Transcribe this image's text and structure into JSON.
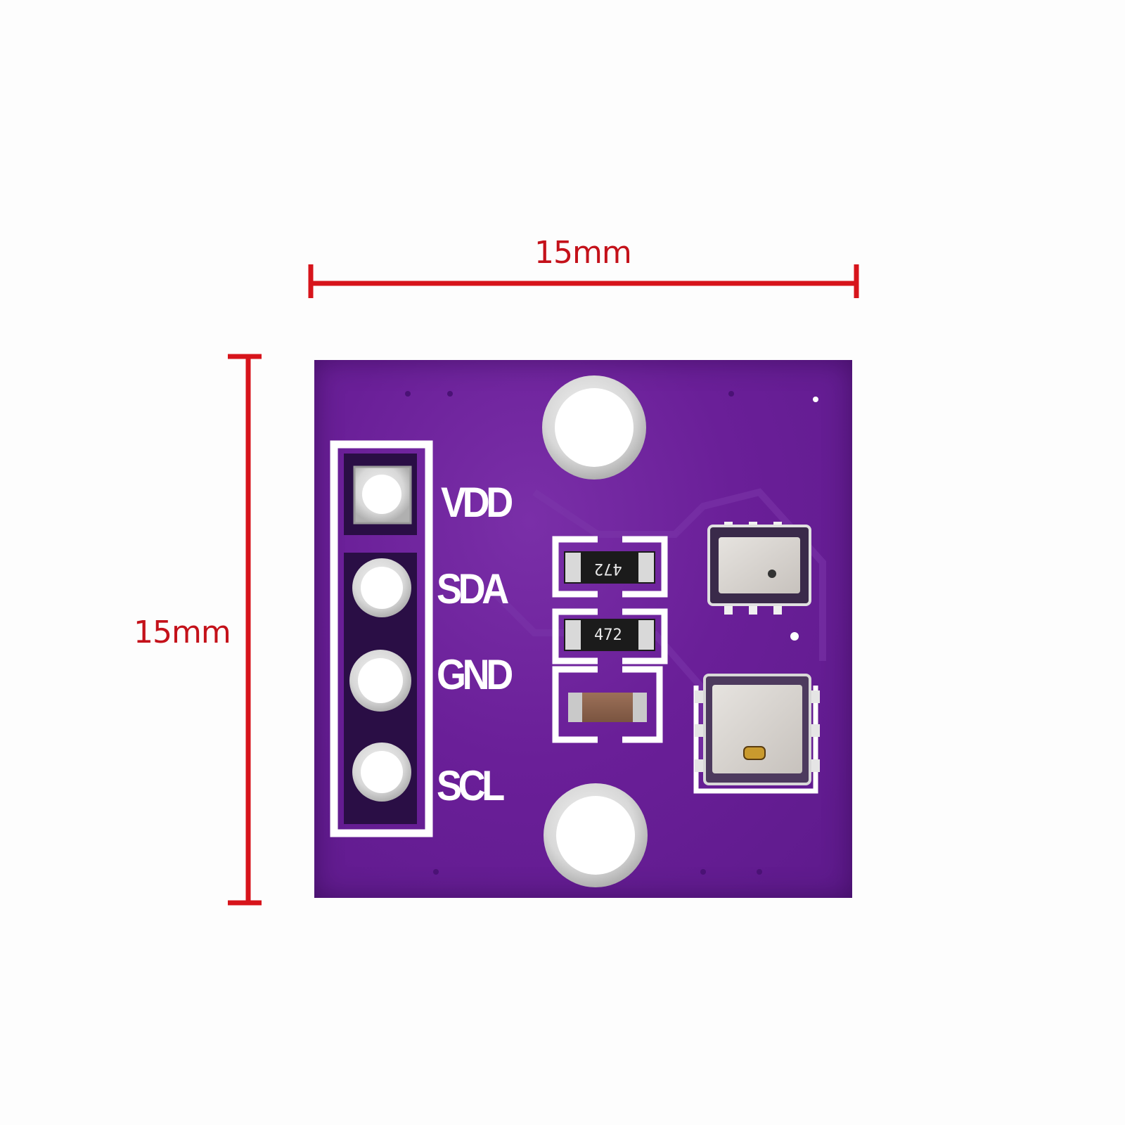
{
  "dimensions": {
    "width_label": "15mm",
    "height_label": "15mm",
    "color": "#d7141b"
  },
  "board": {
    "color": "#6a1f98",
    "silkscreen_color": "#ffffff",
    "pins": [
      {
        "label": "VDD"
      },
      {
        "label": "SDA"
      },
      {
        "label": "GND"
      },
      {
        "label": "SCL"
      }
    ],
    "resistor_markings": [
      "472",
      "472"
    ]
  }
}
